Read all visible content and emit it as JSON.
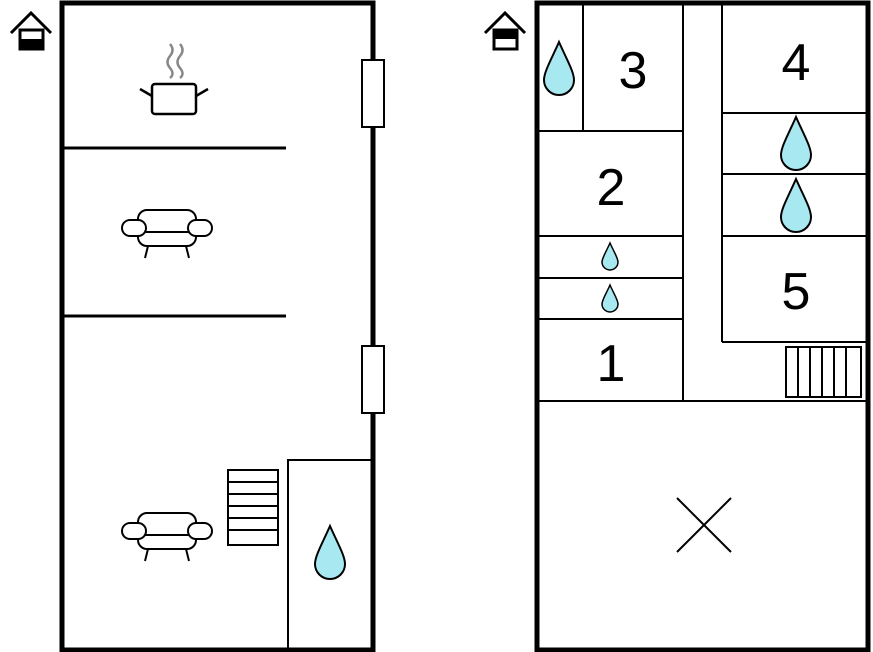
{
  "floors": [
    {
      "name": "ground",
      "icons": [
        "home-level-icon",
        "cooking-pot-icon",
        "sofa-icon",
        "sofa-icon",
        "staircase-icon",
        "water-drop-icon"
      ]
    },
    {
      "name": "upper",
      "rooms": [
        {
          "label": "1"
        },
        {
          "label": "2"
        },
        {
          "label": "3"
        },
        {
          "label": "4"
        },
        {
          "label": "5"
        }
      ],
      "icons": [
        "home-level-icon",
        "water-drop-icon",
        "staircase-icon",
        "void-cross-icon"
      ]
    }
  ],
  "colors": {
    "wall": "#000000",
    "water": "#a8e8f0",
    "background": "#ffffff"
  }
}
